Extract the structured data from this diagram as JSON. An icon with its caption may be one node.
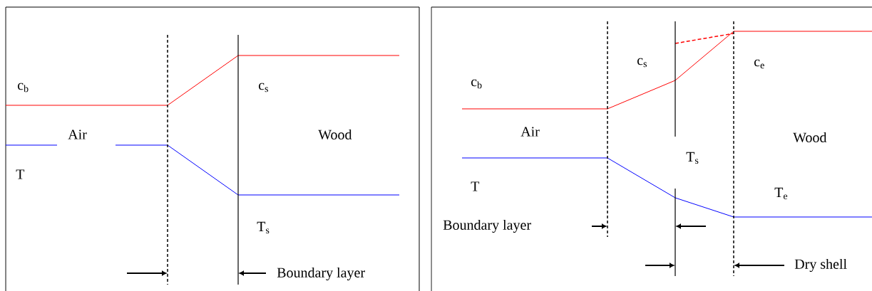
{
  "diagram": {
    "labels": [
      "c$_{b}$",
      "c$_{s}$",
      "Air",
      "Wood",
      "T",
      "T$_{s}$",
      "Boundary layer",
      "c$_{s}$",
      "c$_{e}$",
      "c$_{b}$",
      "Air",
      "Wood",
      "T$_{s}$",
      "T",
      "T$_{e}$",
      "Boundary layer",
      "Dry shell"
    ]
  }
}
